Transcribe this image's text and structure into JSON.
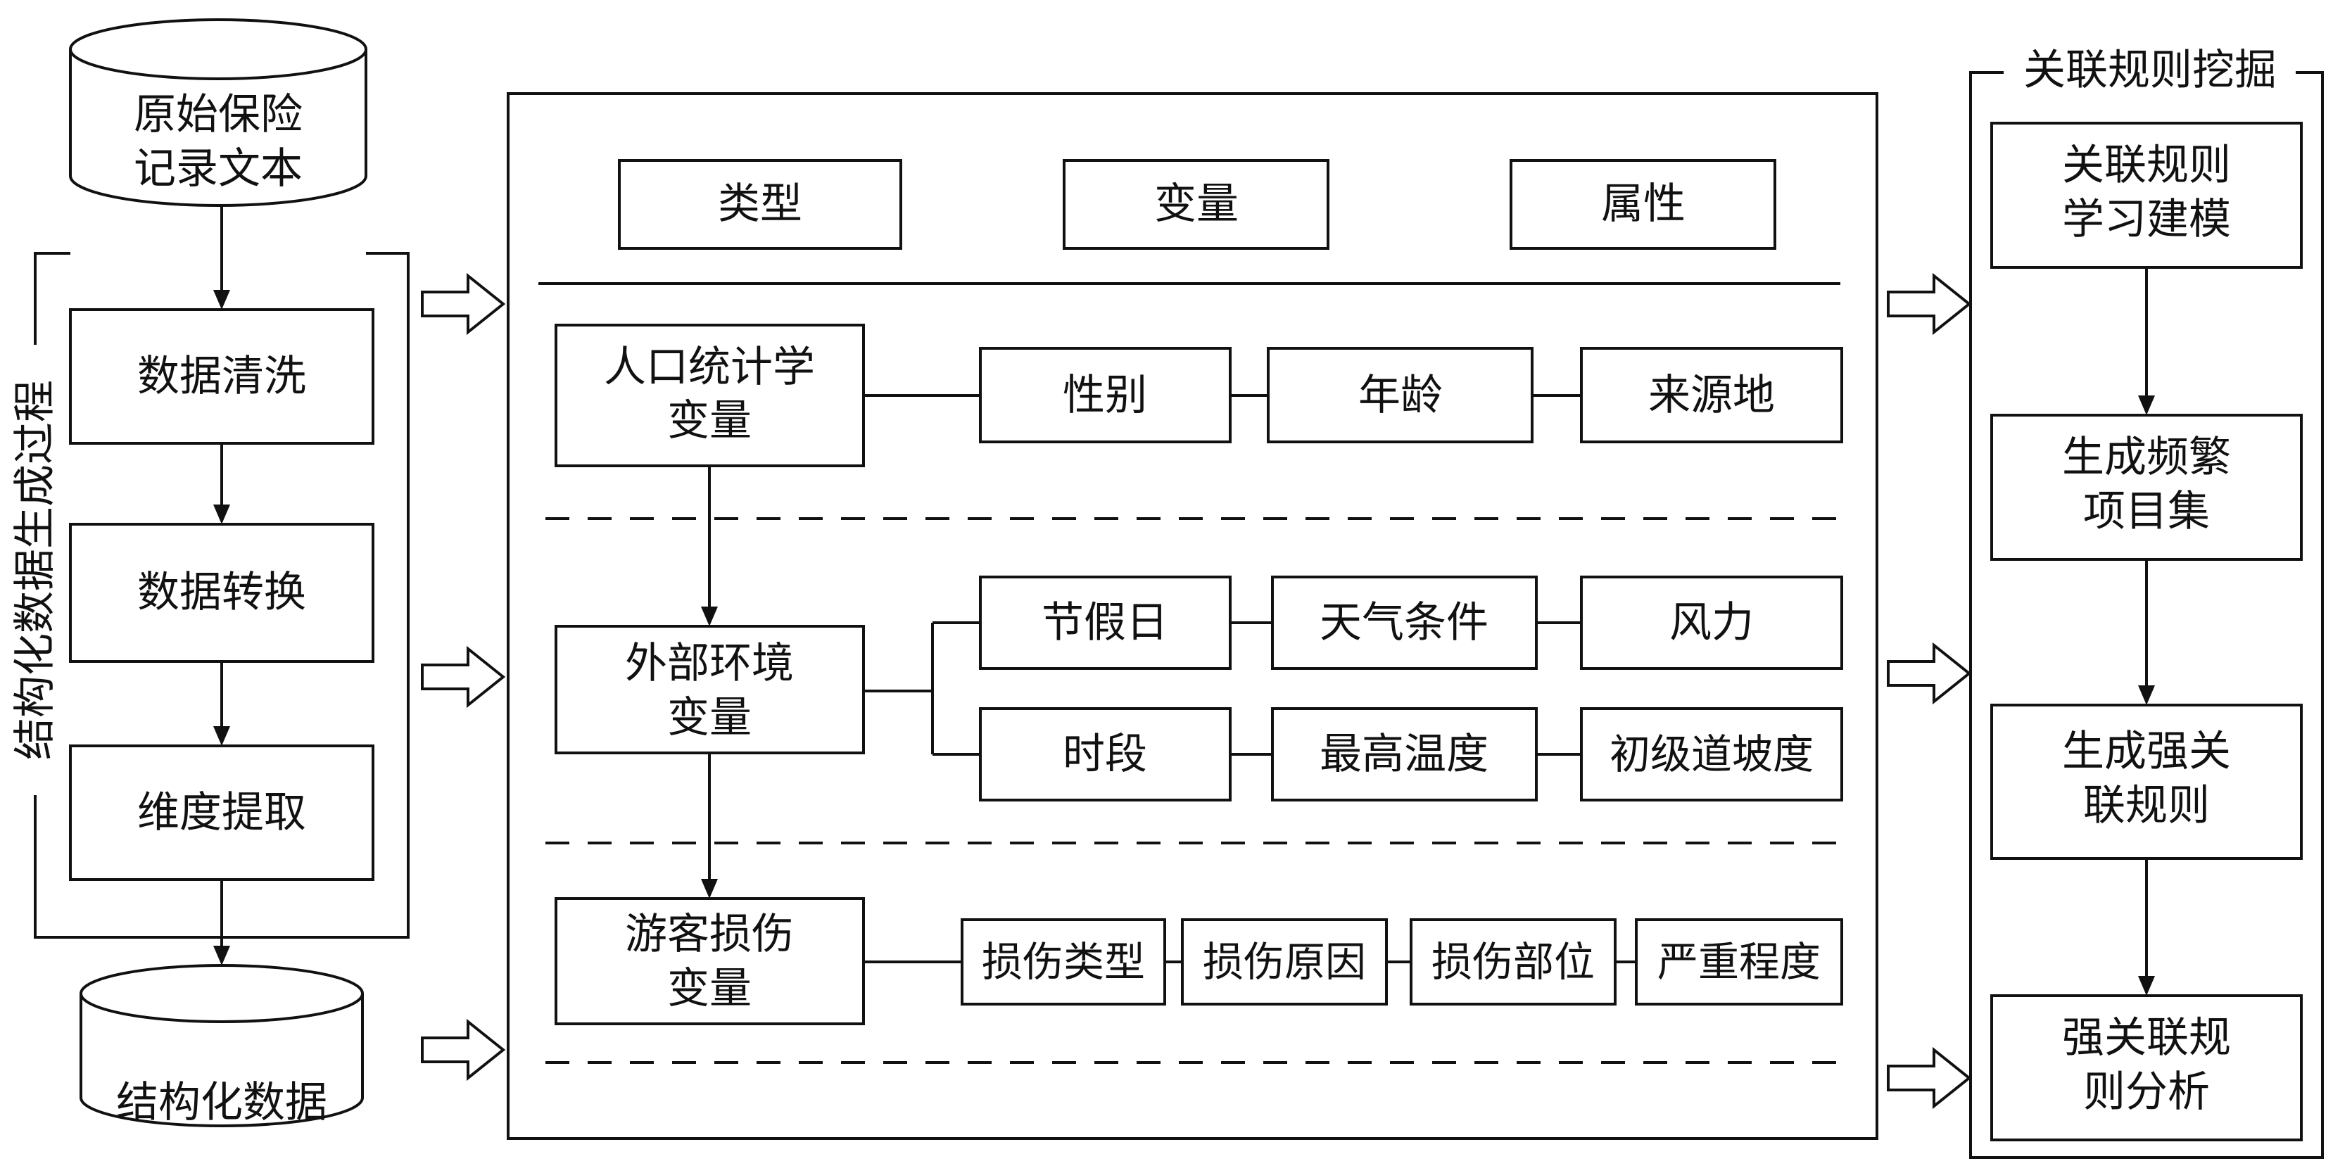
{
  "left": {
    "source": [
      "原始保险",
      "记录文本"
    ],
    "section_title": "结构化数据生成过程",
    "steps": [
      "数据清洗",
      "数据转换",
      "维度提取"
    ],
    "output": "结构化数据"
  },
  "middle": {
    "headers": [
      "类型",
      "变量",
      "属性"
    ],
    "groups": [
      {
        "type": [
          "人口统计学",
          "变量"
        ],
        "attributes": [
          "性别",
          "年龄",
          "来源地"
        ]
      },
      {
        "type": [
          "外部环境",
          "变量"
        ],
        "attributes_row1": [
          "节假日",
          "天气条件",
          "风力"
        ],
        "attributes_row2": [
          "时段",
          "最高温度",
          "初级道坡度"
        ]
      },
      {
        "type": [
          "游客损伤",
          "变量"
        ],
        "attributes": [
          "损伤类型",
          "损伤原因",
          "损伤部位",
          "严重程度"
        ]
      }
    ]
  },
  "right": {
    "section_title": "关联规则挖掘",
    "steps": [
      [
        "关联规则",
        "学习建模"
      ],
      [
        "生成频繁",
        "项目集"
      ],
      [
        "生成强关",
        "联规则"
      ],
      [
        "强关联规",
        "则分析"
      ]
    ]
  },
  "colors": {
    "stroke": "#111111",
    "background": "#ffffff"
  }
}
